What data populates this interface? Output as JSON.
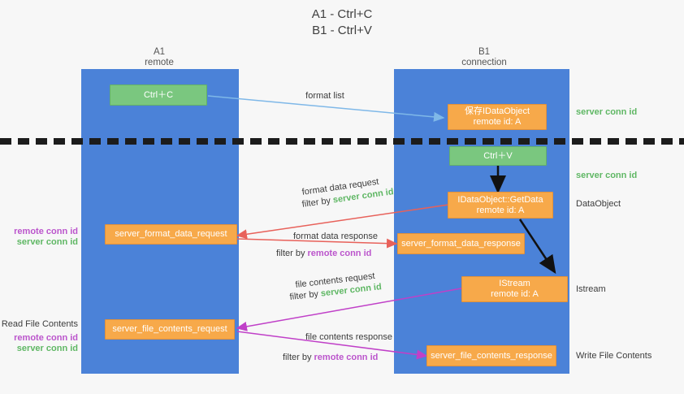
{
  "title": "A1 - Ctrl+C\nB1 - Ctrl+V",
  "lanes": [
    {
      "id": "a1",
      "header": "A1\nremote"
    },
    {
      "id": "b1",
      "header": "B1\nconnection"
    }
  ],
  "nodes": {
    "ctrl_c": "Ctrl＋C",
    "save_idataobject": "保存IDataObject\nremote id: A",
    "ctrl_v": "Ctrl＋V",
    "getdata": "IDataObject::GetData\nremote id: A",
    "server_format_data_request": "server_format_data_request",
    "server_format_data_response": "server_format_data_response",
    "istream": "IStream\nremote id: A",
    "server_file_contents_request": "server_file_contents_request",
    "server_file_contents_response": "server_file_contents_response"
  },
  "right_labels": {
    "server_conn_id_1": "server conn id",
    "server_conn_id_2": "server conn id",
    "dataobject": "DataObject",
    "istream": "Istream",
    "write_file_contents": "Write File Contents"
  },
  "left_labels": {
    "remote_conn_id_1": "remote conn id",
    "server_conn_id_1": "server conn id",
    "read_file_contents": "Read File Contents",
    "remote_conn_id_2": "remote conn id",
    "server_conn_id_2": "server conn id"
  },
  "arrow_labels": {
    "format_list": "format list",
    "format_data_request": "format data request",
    "format_data_request_filter_prefix": "filter by ",
    "format_data_request_filter_value": "server conn id",
    "format_data_response": "format data response",
    "format_data_response_filter_prefix": "filter by ",
    "format_data_response_filter_value": "remote conn id",
    "file_contents_request": "file contents request",
    "file_contents_request_filter_prefix": "filter by ",
    "file_contents_request_filter_value": "server conn id",
    "file_contents_response": "file contents response",
    "file_contents_response_filter_prefix": "filter by ",
    "file_contents_response_filter_value": "remote conn id"
  },
  "colors": {
    "lane": "#4b82d8",
    "orange": "#f7a94a",
    "green_box": "#7ac77f",
    "green_text": "#5fb764",
    "magenta_text": "#bb55cc",
    "arrow_blue": "#7fb8e8",
    "arrow_red": "#e8615a",
    "arrow_magenta": "#c040c8",
    "arrow_black": "#111111",
    "background": "#f7f7f7"
  }
}
